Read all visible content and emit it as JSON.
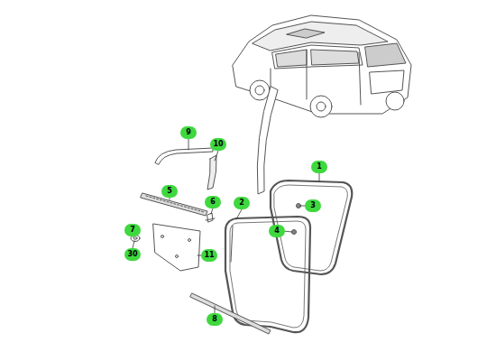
{
  "diagram": {
    "labels": [
      "9",
      "10",
      "1",
      "5",
      "6",
      "3",
      "2",
      "4",
      "7",
      "30",
      "11",
      "8"
    ]
  }
}
